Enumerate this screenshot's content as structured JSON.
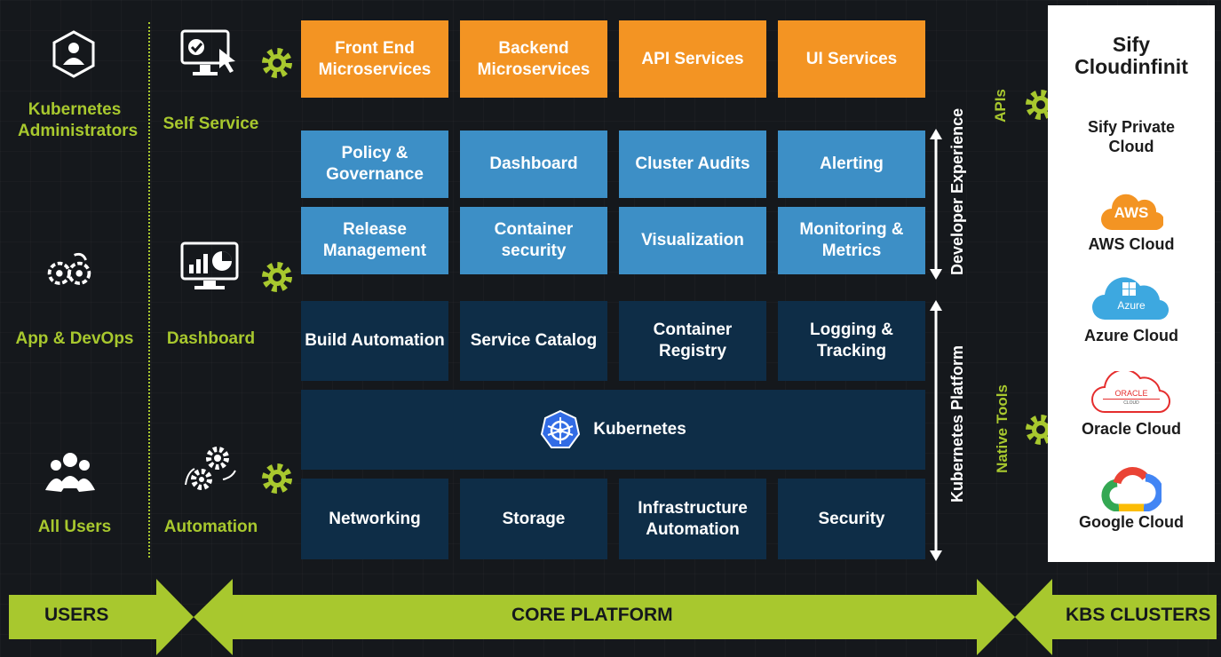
{
  "roles": [
    {
      "label": "Kubernetes Administrators",
      "icon": "admin-user-icon"
    },
    {
      "label": "App & DevOps",
      "icon": "devops-gears-icon"
    },
    {
      "label": "All Users",
      "icon": "user-group-icon"
    }
  ],
  "capabilities": [
    {
      "label": "Self Service",
      "icon": "self-service-monitor-icon"
    },
    {
      "label": "Dashboard",
      "icon": "dashboard-monitor-icon"
    },
    {
      "label": "Automation",
      "icon": "automation-gears-icon"
    }
  ],
  "services_row": [
    "Front End Microservices",
    "Backend Microservices",
    "API Services",
    "UI Services"
  ],
  "developer_row1": [
    "Policy & Governance",
    "Dashboard",
    "Cluster Audits",
    "Alerting"
  ],
  "developer_row2": [
    "Release Management",
    "Container security",
    "Visualization",
    "Monitoring & Metrics"
  ],
  "platform_row1": [
    "Build Automation",
    "Service Catalog",
    "Container Registry",
    "Logging & Tracking"
  ],
  "kubernetes": "Kubernetes",
  "infra_row": [
    "Networking",
    "Storage",
    "Infrastructure Automation",
    "Security"
  ],
  "side_labels": {
    "developer": "Developer Experience",
    "platform": "Kubernetes Platform",
    "apis": "APIs",
    "native_tools": "Native Tools"
  },
  "clusters": {
    "title": "Sify Cloudinfinit",
    "private": "Sify Private Cloud",
    "aws_logo": "AWS",
    "aws": "AWS Cloud",
    "azure_logo": "Azure",
    "azure": "Azure Cloud",
    "oracle_logo": "ORACLE",
    "oracle_sub": "CLOUD",
    "oracle": "Oracle Cloud",
    "google": "Google Cloud"
  },
  "banner": {
    "users": "USERS",
    "core": "CORE PLATFORM",
    "clusters": "KBS CLUSTERS"
  },
  "colors": {
    "green": "#a8c82e",
    "orange": "#f39423",
    "blue": "#3d8fc6",
    "navy": "#0e2d47",
    "background": "#15181c"
  }
}
